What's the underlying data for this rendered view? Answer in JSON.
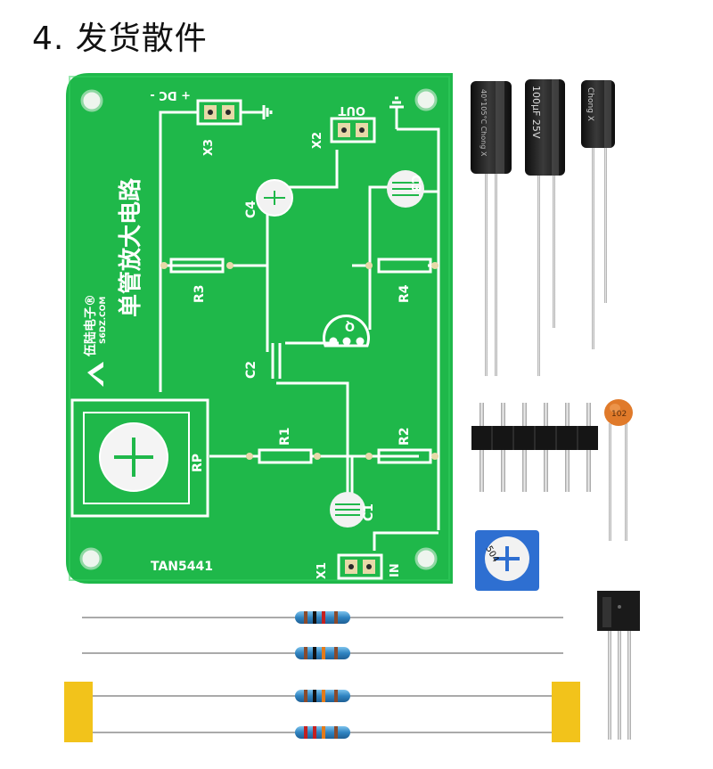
{
  "page": {
    "title": "4. 发货散件"
  },
  "pcb": {
    "board_title": "单管放大电路",
    "brand": "伍陆电子®",
    "brand_site": "S6DZ.COM",
    "model": "TAN5441",
    "labels": {
      "x1": "X1",
      "x2": "X2",
      "x3": "X3",
      "in": "IN",
      "out": "OUT",
      "dc": "+ DC -",
      "r1": "R1",
      "r2": "R2",
      "r3": "R3",
      "r4": "R4",
      "c1": "C1",
      "c2": "C2",
      "c3": "C3",
      "c4": "C4",
      "q": "Q",
      "rp": "RP"
    }
  },
  "components": {
    "cap1_text": "40°105°C Chong X",
    "cap2_text": "100µF 25V",
    "cap3_text": "Chong X",
    "ceramic_text": "102",
    "trimmer_text": "504"
  },
  "colors": {
    "pcb_green": "#1fb84a",
    "silk_white": "#ffffff",
    "capacitor_black": "#1a1a1a",
    "resistor_blue": "#3a8fc7",
    "tape_yellow": "#f2c31b",
    "ceramic_orange": "#e07a2a"
  }
}
